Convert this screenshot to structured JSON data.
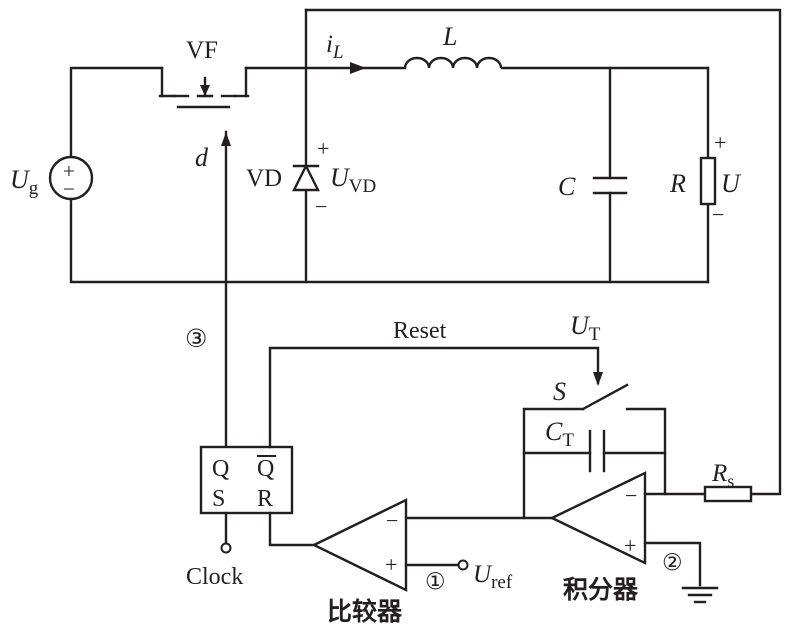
{
  "labels": {
    "switch": "VF",
    "inductor_current_main": "i",
    "inductor_current_sub": "L",
    "inductor": "L",
    "source_main": "U",
    "source_sub": "g",
    "source_sign": "+",
    "source_minus": "−",
    "duty": "d",
    "diode": "VD",
    "diode_voltage_main": "U",
    "diode_voltage_sub": "VD",
    "plus": "+",
    "minus": "−",
    "capacitor": "C",
    "resistor": "R",
    "output_voltage": "U",
    "node3": "③",
    "reset": "Reset",
    "threshold_main": "U",
    "threshold_sub": "T",
    "switch_s": "S",
    "ct_main": "C",
    "ct_sub": "T",
    "q": "Q",
    "qbar": "Q",
    "s": "S",
    "r": "R",
    "clock": "Clock",
    "comparator": "比较器",
    "node1": "①",
    "uref_main": "U",
    "uref_sub": "ref",
    "integrator": "积分器",
    "node2": "②",
    "rs_main": "R",
    "rs_sub": "s"
  }
}
